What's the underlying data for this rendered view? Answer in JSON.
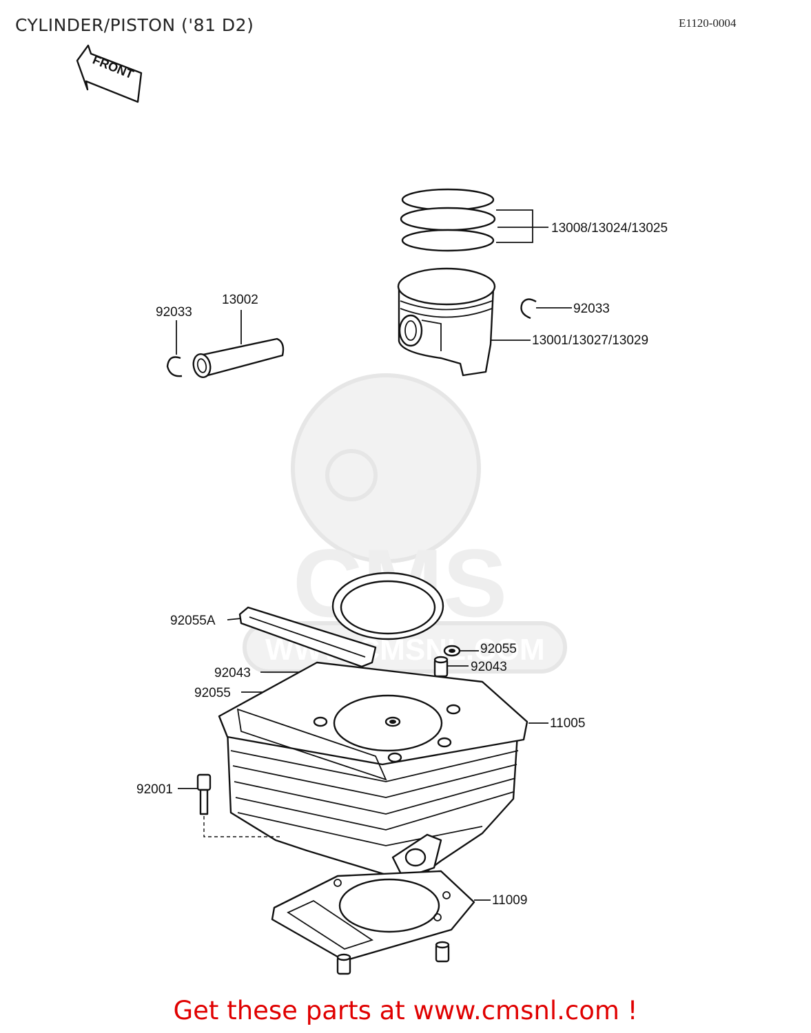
{
  "header": {
    "title": "CYLINDER/PISTON ('81 D2)",
    "code": "E1120-0004"
  },
  "front_arrow": {
    "label": "FRONT"
  },
  "callouts": {
    "rings": "13008/13024/13025",
    "clip_left": "92033",
    "pin": "13002",
    "clip_right": "92033",
    "piston": "13001/13027/13029",
    "gasket_a": "92055A",
    "oring_right": "92055",
    "dowel_left": "92043",
    "dowel_right": "92043",
    "oring_left": "92055",
    "cylinder": "11005",
    "bolt": "92001",
    "base_gasket": "11009"
  },
  "watermark": {
    "text": "WWW.CMSNL.COM",
    "logo": "CMS"
  },
  "footer": {
    "text": "Get these parts at www.cmsnl.com !"
  }
}
